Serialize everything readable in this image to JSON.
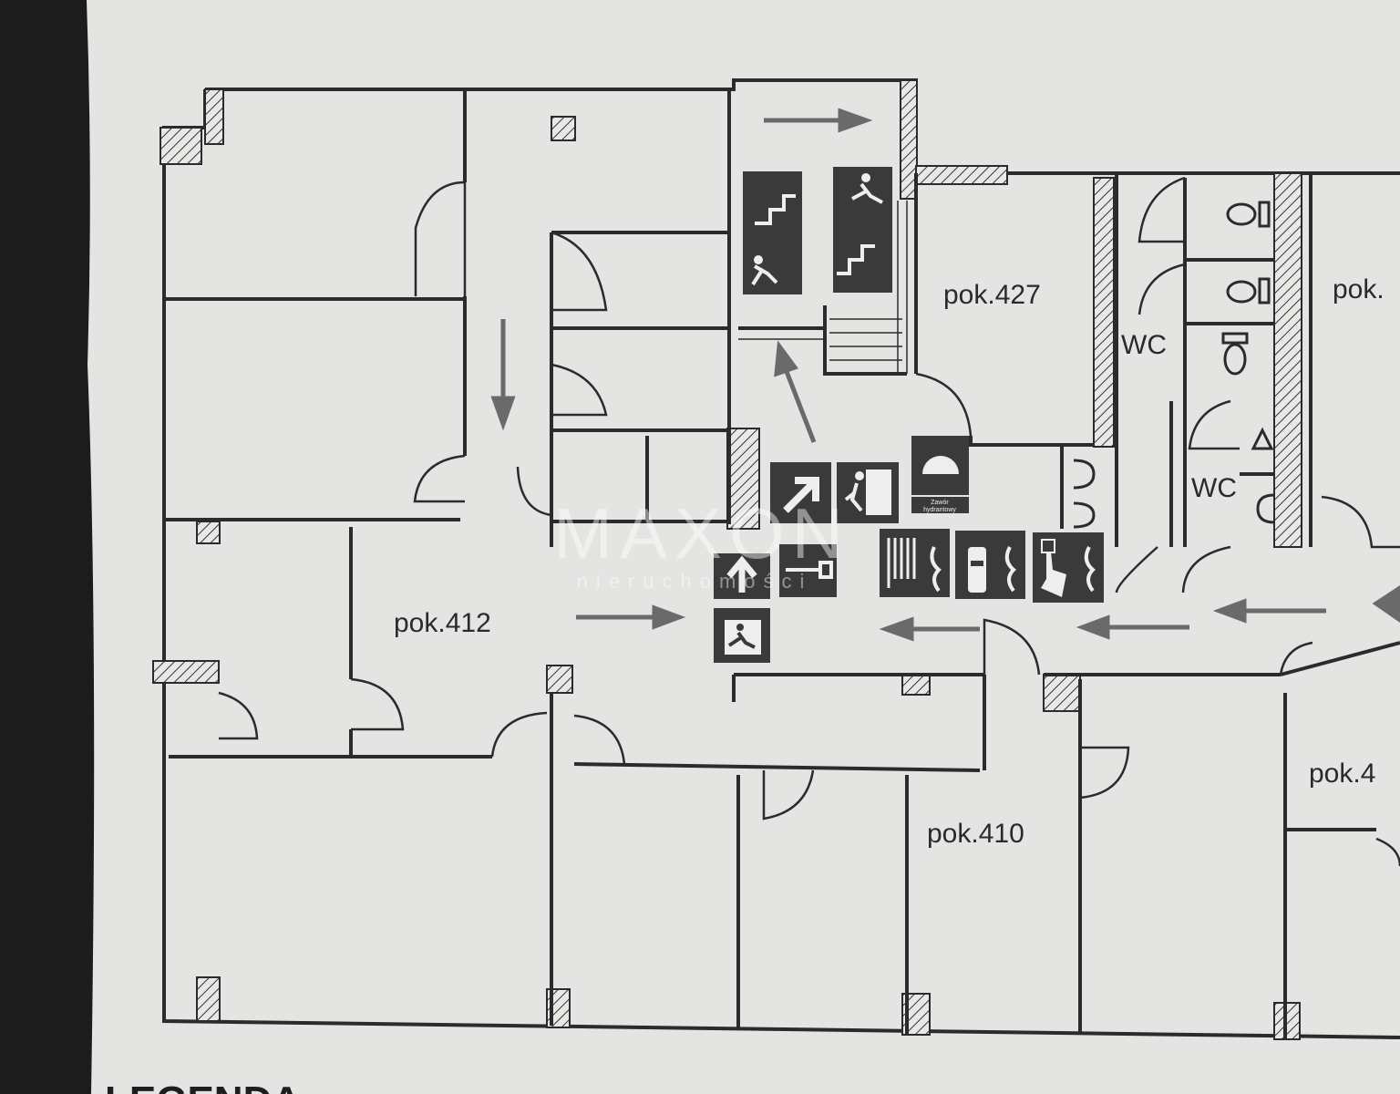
{
  "rooms": [
    {
      "id": "427",
      "label": "pok.427"
    },
    {
      "id": "412",
      "label": "pok.412"
    },
    {
      "id": "410",
      "label": "pok.410"
    },
    {
      "id": "4xx-bottom",
      "label": "pok.4"
    },
    {
      "id": "4xx-top",
      "label": "pok."
    }
  ],
  "wc": [
    "WC",
    "WC"
  ],
  "signs": {
    "hydrant_caption_line1": "Zawór",
    "hydrant_caption_line2": "hydrantowy"
  },
  "watermark": {
    "brand": "MAXON",
    "sub": "nieruchomości"
  },
  "legend_heading": "LEGENDA",
  "colors": {
    "paper": "#e4e4e2",
    "wall": "#2b2b2b",
    "sign": "#3a3a3a",
    "arrow": "#6a6a6a",
    "frame": "#1c1c1c"
  }
}
